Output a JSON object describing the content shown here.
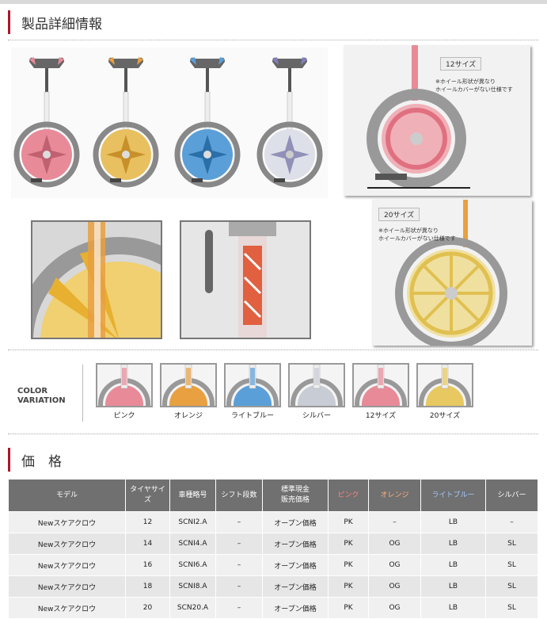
{
  "section1": {
    "title": "製品詳細情報"
  },
  "photos": {
    "size12": {
      "tag": "12サイズ",
      "note1": "※ホイール形状が異なり",
      "note2": "ホイールカバーがない仕様です"
    },
    "size20": {
      "tag": "20サイズ",
      "note1": "※ホイール形状が異なり",
      "note2": "ホイールカバーがない仕様です"
    }
  },
  "color_variation": {
    "label_line1": "COLOR",
    "label_line2": "VARIATION",
    "items": [
      {
        "label": "ピンク",
        "color": "#e88a98"
      },
      {
        "label": "オレンジ",
        "color": "#e8a040"
      },
      {
        "label": "ライトブルー",
        "color": "#5a9fd8"
      },
      {
        "label": "シルバー",
        "color": "#c8ccd4"
      },
      {
        "label": "12サイズ",
        "color": "#e88a98"
      },
      {
        "label": "20サイズ",
        "color": "#e8c860"
      }
    ]
  },
  "section2": {
    "title": "価　格"
  },
  "price_table": {
    "headers": {
      "model": "モデル",
      "tire1": "タイヤサイ",
      "tire2": "ズ",
      "code": "車種略号",
      "shift": "シフト段数",
      "price1": "標準現金",
      "price2": "販売価格",
      "pink": "ピンク",
      "orange": "オレンジ",
      "lightblue": "ライトブルー",
      "silver": "シルバー"
    },
    "header_colors": {
      "pink": "#ff8080",
      "orange": "#ffb080",
      "lightblue": "#a0c8ff",
      "silver": "#ffffff"
    },
    "rows": [
      [
        "Newスケアクロウ",
        "12",
        "SCNI2.A",
        "–",
        "オープン価格",
        "PK",
        "–",
        "LB",
        "–"
      ],
      [
        "Newスケアクロウ",
        "14",
        "SCNI4.A",
        "–",
        "オープン価格",
        "PK",
        "OG",
        "LB",
        "SL"
      ],
      [
        "Newスケアクロウ",
        "16",
        "SCNI6.A",
        "–",
        "オープン価格",
        "PK",
        "OG",
        "LB",
        "SL"
      ],
      [
        "Newスケアクロウ",
        "18",
        "SCNI8.A",
        "–",
        "オープン価格",
        "PK",
        "OG",
        "LB",
        "SL"
      ],
      [
        "Newスケアクロウ",
        "20",
        "SCN20.A",
        "–",
        "オープン価格",
        "PK",
        "OG",
        "LB",
        "SL"
      ]
    ]
  }
}
